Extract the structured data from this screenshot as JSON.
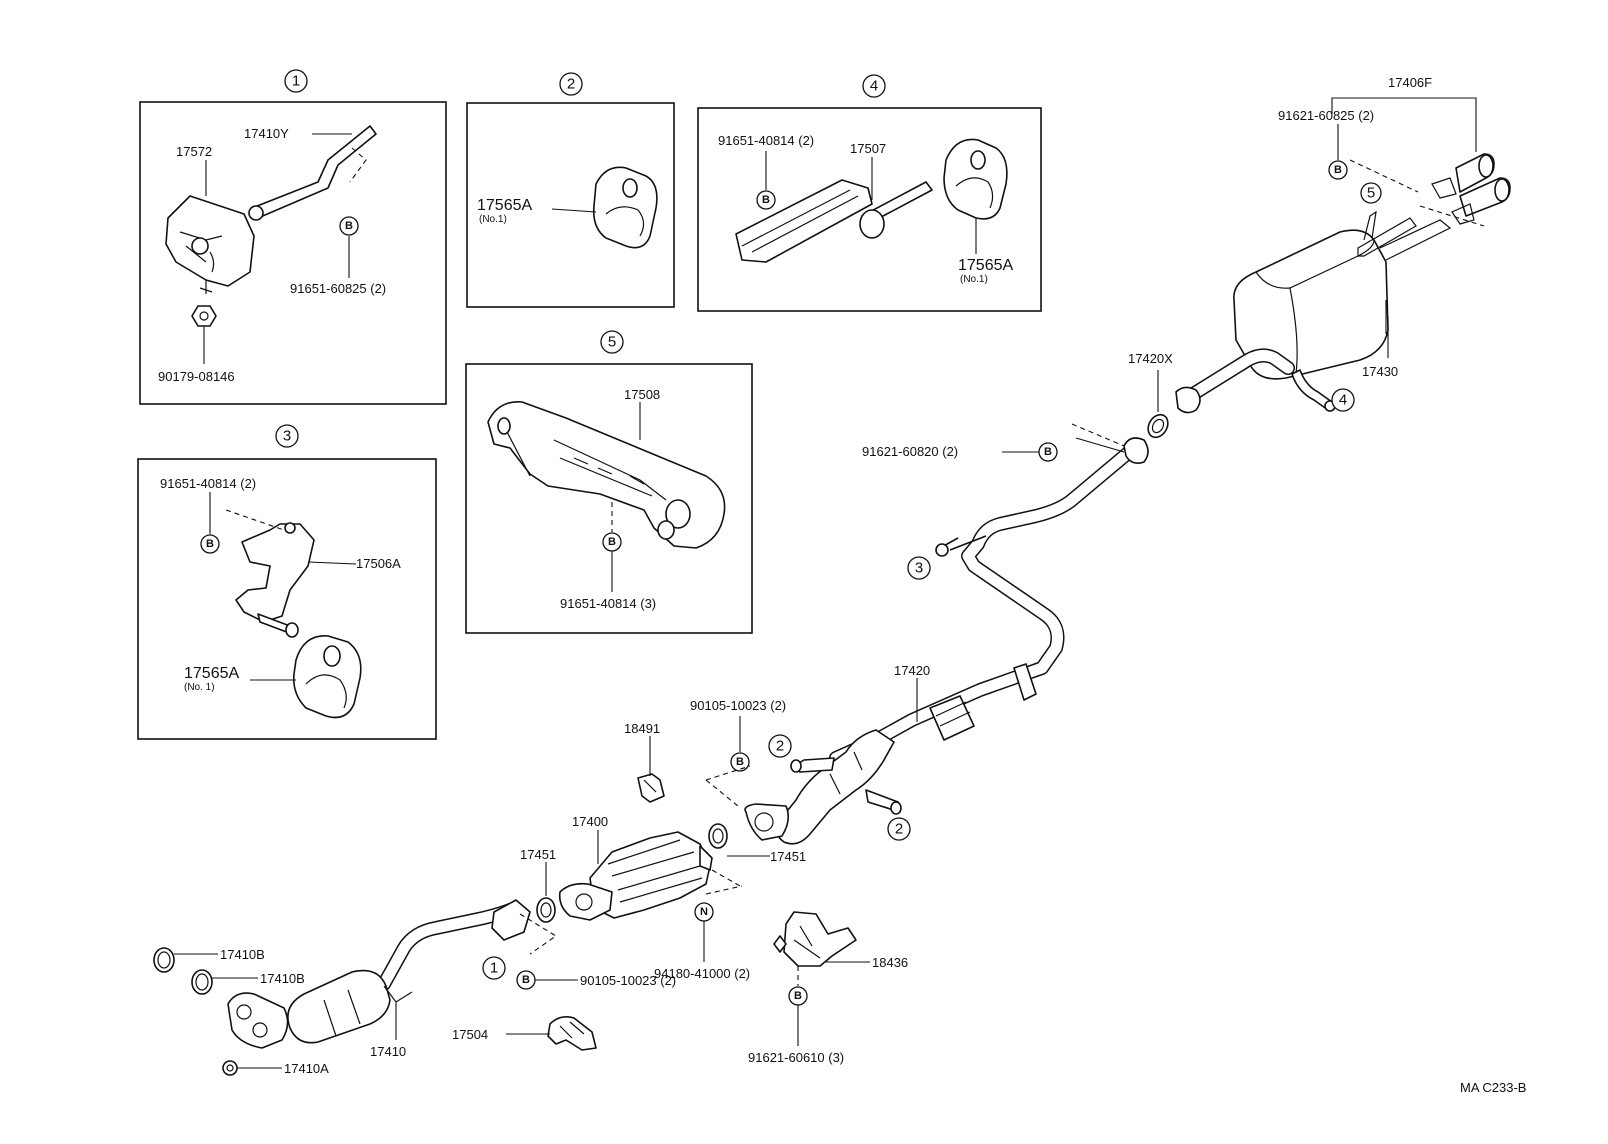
{
  "diagram_code": "MA C233-B",
  "callouts": [
    {
      "id": "c1-box",
      "text": "1"
    },
    {
      "id": "c2-box",
      "text": "2"
    },
    {
      "id": "c4-box",
      "text": "4"
    },
    {
      "id": "c3-box",
      "text": "3"
    },
    {
      "id": "c5-box",
      "text": "5"
    },
    {
      "id": "c5-muffler",
      "text": "5"
    },
    {
      "id": "c4-muffler",
      "text": "4"
    },
    {
      "id": "c3-pipe",
      "text": "3"
    },
    {
      "id": "c2-upper",
      "text": "2"
    },
    {
      "id": "c2-lower",
      "text": "2"
    },
    {
      "id": "c1-pipe",
      "text": "1"
    }
  ],
  "bolt_markers": {
    "b": "B",
    "n": "N"
  },
  "labels": {
    "p17410y": "17410Y",
    "p17572": "17572",
    "p91651_60825": "91651-60825 (2)",
    "p90179_08146": "90179-08146",
    "p17565a_box2": "17565A",
    "no1_box2": "(No.1)",
    "p91651_40814_box4": "91651-40814 (2)",
    "p17507": "17507",
    "p17565a_box4": "17565A",
    "no1_box4": "(No.1)",
    "p91651_40814_box3": "91651-40814 (2)",
    "p17506a": "17506A",
    "p17565a_box3": "17565A",
    "no1_box3": "(No. 1)",
    "p17508": "17508",
    "p91651_40814_3": "91651-40814 (3)",
    "p17406f": "17406F",
    "p91621_60825": "91621-60825 (2)",
    "p17430": "17430",
    "p17420x": "17420X",
    "p91621_60820": "91621-60820 (2)",
    "p17420": "17420",
    "p90105_10023_upper": "90105-10023 (2)",
    "p18491": "18491",
    "p17400": "17400",
    "p17451_left": "17451",
    "p17451_right": "17451",
    "p94180_41000": "94180-41000 (2)",
    "p18436": "18436",
    "p91621_60610": "91621-60610 (3)",
    "p17410b_1": "17410B",
    "p17410b_2": "17410B",
    "p17410": "17410",
    "p17410a": "17410A",
    "p90105_10023_lower": "90105-10023 (2)",
    "p17504": "17504"
  }
}
